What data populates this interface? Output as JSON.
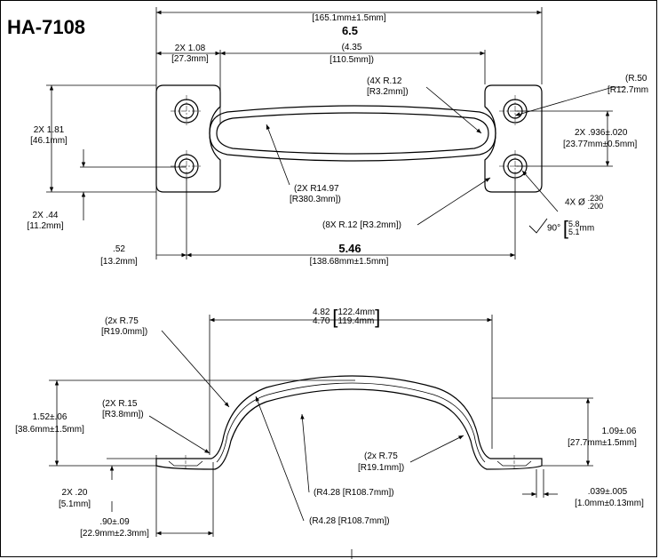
{
  "title": "HA-7108",
  "top_view": {
    "overall_length_mm": "[165.1mm±1.5mm]",
    "overall_length_in": "6.5",
    "pad_width_in": "2X 1.08",
    "pad_width_mm": "[27.3mm]",
    "grip_length_in": "(4.35",
    "grip_length_mm": "[110.5mm])",
    "corner_radius_in": "(4X R.12",
    "corner_radius_mm": "[R3.2mm])",
    "edge_radius_in": "(R.50",
    "edge_radius_mm": "[R12.7mm",
    "height_in": "2X 1.81",
    "height_mm": "[46.1mm]",
    "hole_spacing_in": "2X .936±.020",
    "hole_spacing_mm": "[23.77mm±0.5mm]",
    "grip_radius_in": "(2X R14.97",
    "grip_radius_mm": "[R380.3mm])",
    "small_radius": "(8X R.12 [R3.2mm])",
    "edge_offset_in": "2X .44",
    "edge_offset_mm": "[11.2mm]",
    "hole_dia_prefix": "4X Ø",
    "hole_dia_upper": ".230",
    "hole_dia_lower": ".200",
    "csk_angle": "90°",
    "csk_mm_upper": "5.8",
    "csk_mm_lower": "5.1",
    "csk_unit": "mm",
    "pad_edge_in": ".52",
    "pad_edge_mm": "[13.2mm]",
    "hole_center_in": "5.46",
    "hole_center_mm": "[138.68mm±1.5mm]"
  },
  "side_view": {
    "span_in_upper": "4.82",
    "span_in_lower": "4.70",
    "span_mm_upper": "122.4mm",
    "span_mm_lower": "119.4mm",
    "outer_radius_in": "(2x R.75",
    "outer_radius_mm": "[R19.0mm])",
    "foot_radius_in": "(2X R.15",
    "foot_radius_mm": "[R3.8mm])",
    "overall_height_in": "1.52±.06",
    "overall_height_mm": "[38.6mm±1.5mm]",
    "clearance_in": "1.09±.06",
    "clearance_mm": "[27.7mm±1.5mm]",
    "inner_radius_in": "(2x R.75",
    "inner_radius_mm": "[R19.1mm])",
    "arc_radius_a": "(R4.28 [R108.7mm])",
    "arc_radius_b": "(R4.28 [R108.7mm])",
    "foot_thick_in": "2X .20",
    "foot_thick_mm": "[5.1mm]",
    "thickness_in": ".039±.005",
    "thickness_mm": "[1.0mm±0.13mm]",
    "foot_len_in": ".90±.09",
    "foot_len_mm": "[22.9mm±2.3mm]"
  }
}
